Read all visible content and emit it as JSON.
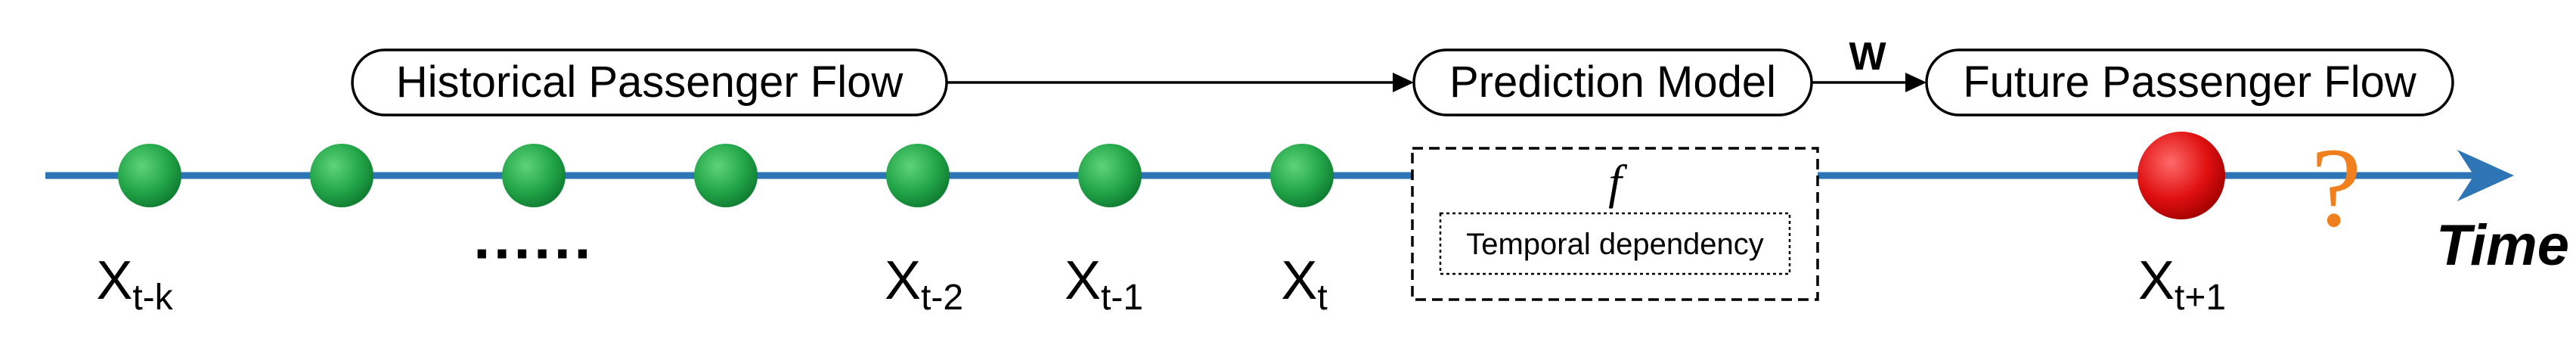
{
  "labels": {
    "historical": "Historical Passenger Flow",
    "prediction": "Prediction Model",
    "future": "Future Passenger Flow",
    "weight": "W",
    "function": "f",
    "temporal": "Temporal dependency",
    "time": "Time",
    "question": "?",
    "ellipsis": "······"
  },
  "nodes": [
    {
      "base": "X",
      "sub": "t-k"
    },
    {
      "base": "X",
      "sub": "t-2"
    },
    {
      "base": "X",
      "sub": "t-1"
    },
    {
      "base": "X",
      "sub": "t"
    },
    {
      "base": "X",
      "sub": "t+1"
    }
  ],
  "colors": {
    "timeline": "#2e75b6",
    "history_node": "#22a548",
    "future_node": "#e01010",
    "question": "#f07f1e"
  }
}
